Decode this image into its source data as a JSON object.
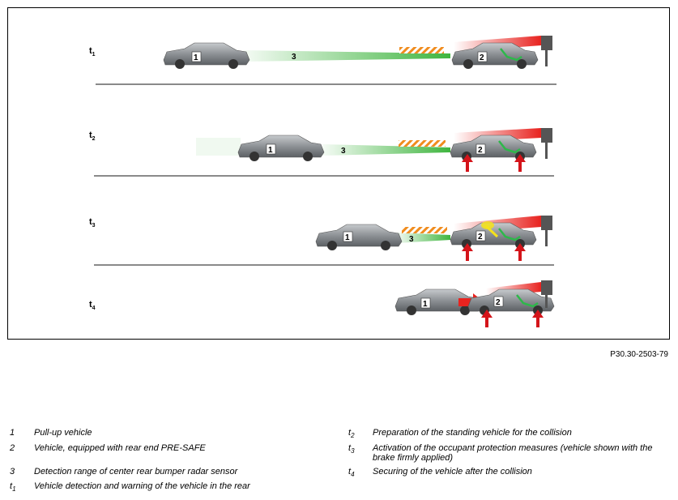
{
  "figure": {
    "time_labels": [
      {
        "base": "t",
        "sub": "1"
      },
      {
        "base": "t",
        "sub": "2"
      },
      {
        "base": "t",
        "sub": "3"
      },
      {
        "base": "t",
        "sub": "4"
      }
    ],
    "numbers": {
      "pullup": "1",
      "equipped": "2",
      "range": "3"
    },
    "colors": {
      "radar_green": "#3fb53f",
      "warning_red": "#e8231f",
      "hatch_orange": "#f08c1e",
      "car_body": "#8e9296",
      "road": "#8a8a8a",
      "occupant": "#2db84a",
      "airbag": "#f5e21a"
    }
  },
  "figure_id": "P30.30-2503-79",
  "legend": [
    {
      "key": "1",
      "sub": "",
      "text": "Pull-up vehicle"
    },
    {
      "key": "2",
      "sub": "",
      "text": "Vehicle, equipped with rear end PRE-SAFE"
    },
    {
      "key": "3",
      "sub": "",
      "text": "Detection range of center rear bumper radar sensor"
    },
    {
      "key": "t",
      "sub": "1",
      "text": "Vehicle detection and warning of the vehicle in the rear"
    },
    {
      "key": "t",
      "sub": "2",
      "text": "Preparation of the standing vehicle for the collision"
    },
    {
      "key": "t",
      "sub": "3",
      "text": "Activation of the occupant protection measures (vehicle shown with the brake firmly applied)"
    },
    {
      "key": "t",
      "sub": "4",
      "text": "Securing of the vehicle after the collision"
    }
  ]
}
